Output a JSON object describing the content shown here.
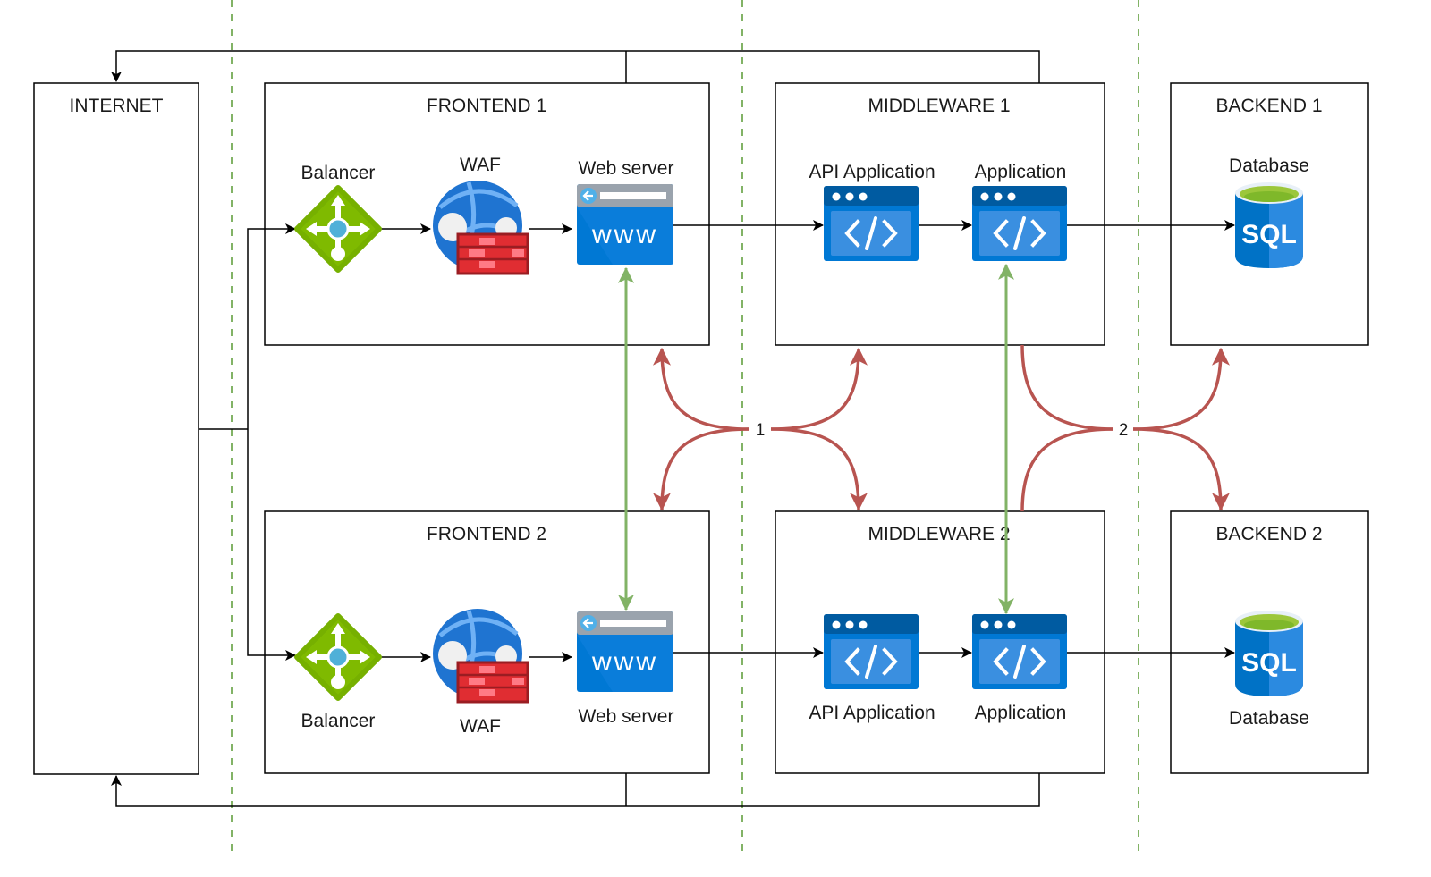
{
  "diagram": {
    "zones": {
      "internet": "INTERNET",
      "frontend1": "FRONTEND 1",
      "frontend2": "FRONTEND 2",
      "middleware1": "MIDDLEWARE 1",
      "middleware2": "MIDDLEWARE 2",
      "backend1": "BACKEND 1",
      "backend2": "BACKEND 2"
    },
    "nodes": {
      "balancer": "Balancer",
      "waf": "WAF",
      "webserver": "Web server",
      "api_app": "API Application",
      "app": "Application",
      "database": "Database"
    },
    "icons": {
      "balancer": "load-balancer-icon",
      "waf": "web-application-firewall-icon",
      "webserver": "www-browser-icon",
      "app": "code-window-icon",
      "database": "sql-database-icon"
    },
    "icon_text": {
      "www": "www",
      "sql": "SQL",
      "code": "</>"
    },
    "edge_labels": {
      "replication1": "1",
      "replication2": "2"
    },
    "colors": {
      "lane_divider": "#82b366",
      "sync_link": "#82b366",
      "replication_link": "#b85450",
      "azure_blue": "#0078d4",
      "balancer_green": "#7fba00",
      "firewall_red": "#e02d32"
    }
  }
}
